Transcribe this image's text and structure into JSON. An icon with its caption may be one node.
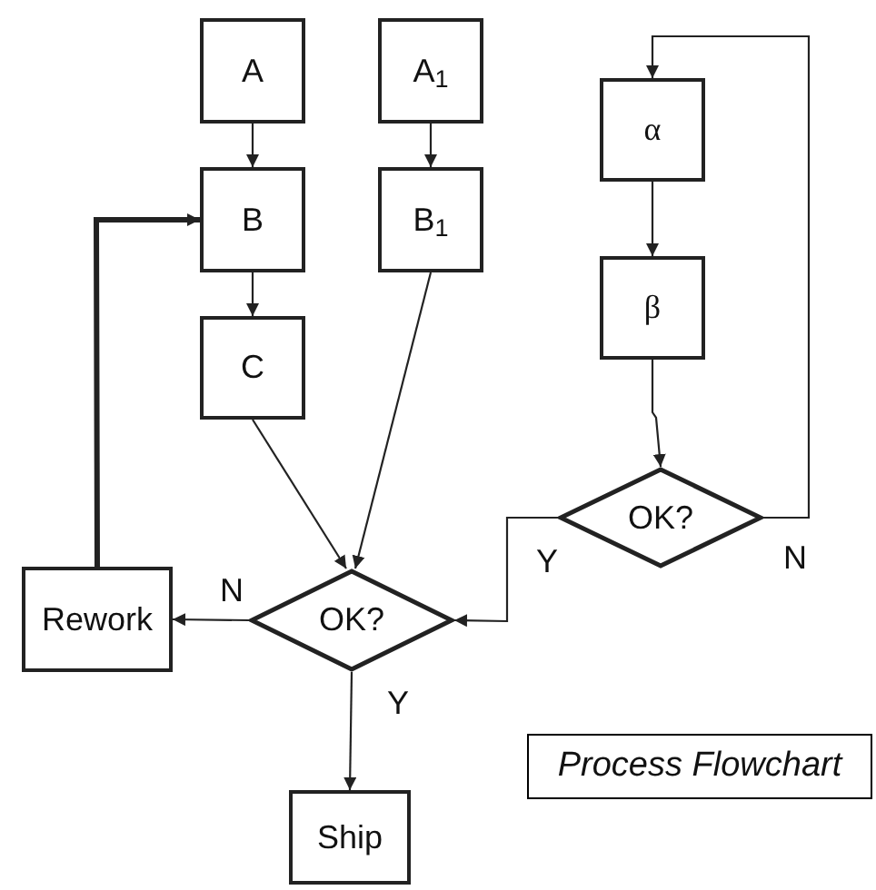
{
  "diagram": {
    "nodes": [
      {
        "text": [
          "A"
        ]
      },
      {
        "text": [
          "A$_{1}$"
        ]
      },
      {
        "text": [
          "B"
        ]
      },
      {
        "text": [
          "B$_{1}$"
        ]
      },
      {
        "text": [
          "C"
        ]
      },
      {
        "text": [
          "α"
        ]
      },
      {
        "text": [
          "β"
        ]
      },
      {
        "text": [
          "OK?"
        ]
      },
      {
        "text": [
          "Rework"
        ]
      },
      {
        "text": [
          "OK?"
        ]
      },
      {
        "text": [
          "Ship"
        ]
      },
      {
        "text": [
          "Process Flowchart"
        ]
      }
    ],
    "edges": [
      {
        "from": 0,
        "to": 2,
        "arrow": "to"
      },
      {
        "from": 1,
        "to": 3,
        "arrow": "to"
      },
      {
        "from": 2,
        "to": 4,
        "arrow": "to"
      },
      {
        "from": 4,
        "to": 9,
        "arrow": "to"
      },
      {
        "from": 3,
        "to": 9,
        "arrow": "to"
      },
      {
        "from": 5,
        "to": 6,
        "arrow": "to"
      },
      {
        "from": 6,
        "to": 7,
        "arrow": "to"
      },
      {
        "from": 7,
        "to": 5,
        "label": "N",
        "arrow": "to"
      },
      {
        "from": 7,
        "to": 9,
        "label": "Y",
        "arrow": "to"
      },
      {
        "from": 9,
        "to": 8,
        "label": "N",
        "arrow": "to"
      },
      {
        "from": 8,
        "to": 2,
        "arrow": "to",
        "style": "thick"
      },
      {
        "from": 9,
        "to": 10,
        "label": "Y",
        "arrow": "to"
      }
    ]
  }
}
